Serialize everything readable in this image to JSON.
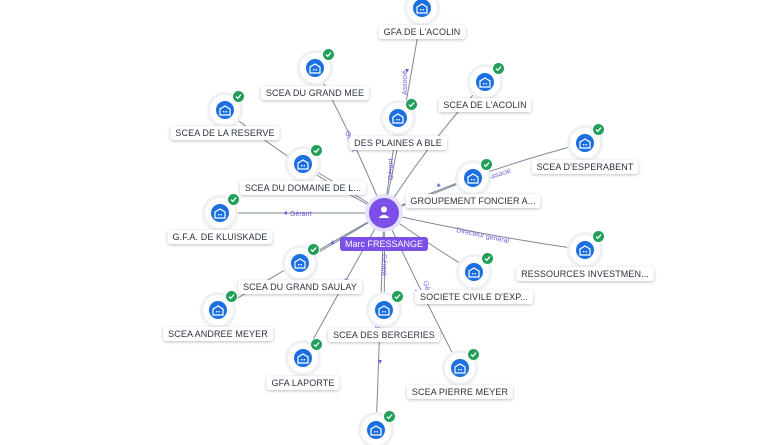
{
  "center": {
    "name": "Marc FRESSANGE"
  },
  "companies": [
    {
      "name": "GFA DE L'ACOLIN"
    },
    {
      "name": "SCEA DU GRAND MEE"
    },
    {
      "name": "SCEA DE L'ACOLIN"
    },
    {
      "name": "SCEA DE LA RESERVE"
    },
    {
      "name": "DES PLAINES A BLE"
    },
    {
      "name": "SCEA D'ESPERABENT"
    },
    {
      "name": "SCEA DU DOMAINE DE L..."
    },
    {
      "name": "GROUPEMENT FONCIER A..."
    },
    {
      "name": "G.F.A. DE KLUISKADE"
    },
    {
      "name": "RESSOURCES INVESTMEN..."
    },
    {
      "name": "SCEA DU GRAND SAULAY"
    },
    {
      "name": "SOCIETE CIVILE D'EXP..."
    },
    {
      "name": "SCEA ANDREE MEYER"
    },
    {
      "name": "SCEA DES BERGERIES"
    },
    {
      "name": "GFA LAPORTE"
    },
    {
      "name": "SCEA PIERRE MEYER"
    },
    {
      "name": ""
    }
  ],
  "edge_labels": {
    "gerant": "Gérant",
    "associe": "Associé",
    "directeur": "Directeur général",
    "gerant_short": "Gé",
    "as": "As"
  },
  "colors": {
    "accent": "#7b4fe8",
    "company": "#1b6fe0",
    "verified": "#22a05a",
    "edge_label": "#6f5fe0"
  },
  "icons": {
    "person": "person-icon",
    "company": "building-icon",
    "verified": "check-badge-icon"
  }
}
